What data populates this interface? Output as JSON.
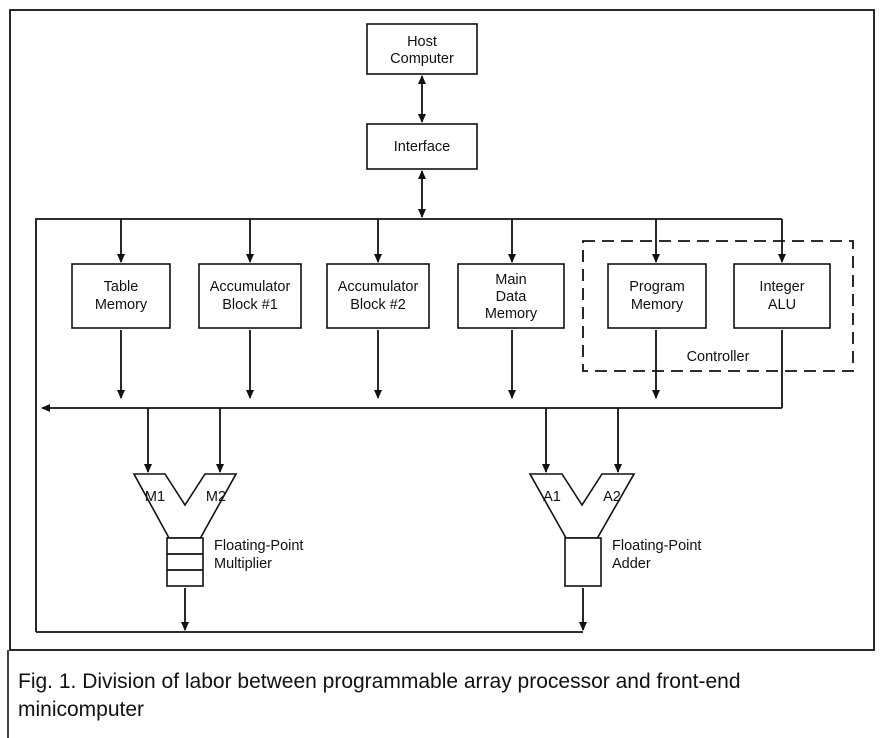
{
  "figure": {
    "caption": "Fig. 1. Division of labor between programmable array processor and front-end minicomputer",
    "blocks": {
      "host_computer": [
        "Host",
        "Computer"
      ],
      "interface": [
        "Interface"
      ],
      "table_memory": [
        "Table",
        "Memory"
      ],
      "accumulator_block_1": [
        "Accumulator",
        "Block #1"
      ],
      "accumulator_block_2": [
        "Accumulator",
        "Block #2"
      ],
      "main_data_memory": [
        "Main",
        "Data",
        "Memory"
      ],
      "program_memory": [
        "Program",
        "Memory"
      ],
      "integer_alu": [
        "Integer",
        "ALU"
      ]
    },
    "controller_label": "Controller",
    "multiplier": {
      "inputs": [
        "M1",
        "M2"
      ],
      "label": [
        "Floating-Point",
        "Multiplier"
      ]
    },
    "adder": {
      "inputs": [
        "A1",
        "A2"
      ],
      "label": [
        "Floating-Point",
        "Adder"
      ]
    }
  }
}
